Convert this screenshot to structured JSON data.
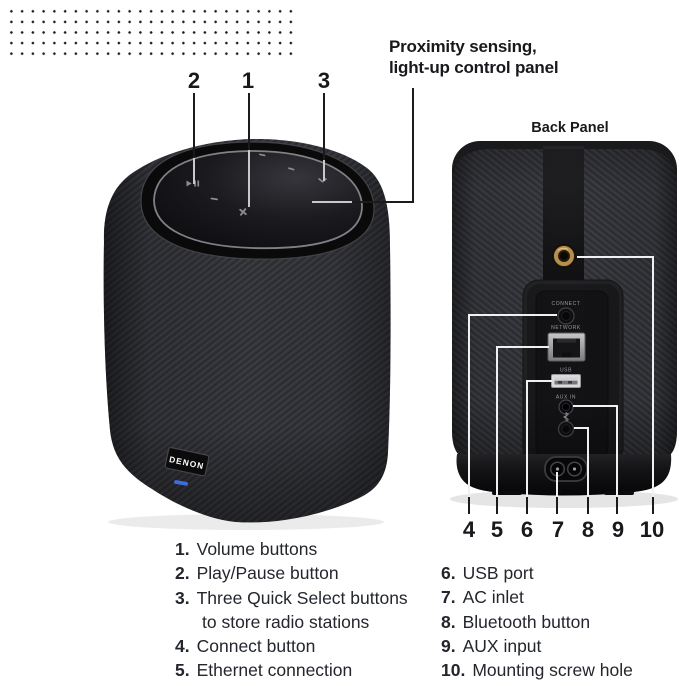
{
  "figure": {
    "proximity_line1": "Proximity sensing,",
    "proximity_line2": "light-up control panel",
    "back_panel_title": "Back Panel",
    "brand": "DENON",
    "callouts_top": [
      "2",
      "1",
      "3"
    ],
    "callouts_back": [
      "4",
      "5",
      "6",
      "7",
      "8",
      "9",
      "10"
    ],
    "port_labels": {
      "connect": "CONNECT",
      "network": "NETWORK",
      "usb": "USB",
      "aux": "AUX IN"
    },
    "colors": {
      "status_led_blue": "#3e6be0",
      "mount_screw_gold": "#b98f4e"
    }
  },
  "legend_left": [
    {
      "num": "1.",
      "text": "Volume buttons"
    },
    {
      "num": "2.",
      "text": "Play/Pause button"
    },
    {
      "num": "3.",
      "text": "Three Quick Select buttons",
      "text2": "to store radio stations"
    },
    {
      "num": "4.",
      "text": "Connect button"
    },
    {
      "num": "5.",
      "text": "Ethernet connection"
    }
  ],
  "legend_right": [
    {
      "num": "6.",
      "text": "USB port"
    },
    {
      "num": "7.",
      "text": "AC inlet"
    },
    {
      "num": "8.",
      "text": "Bluetooth button"
    },
    {
      "num": "9.",
      "text": "AUX input"
    },
    {
      "num": "10.",
      "text": "Mounting screw hole"
    }
  ]
}
